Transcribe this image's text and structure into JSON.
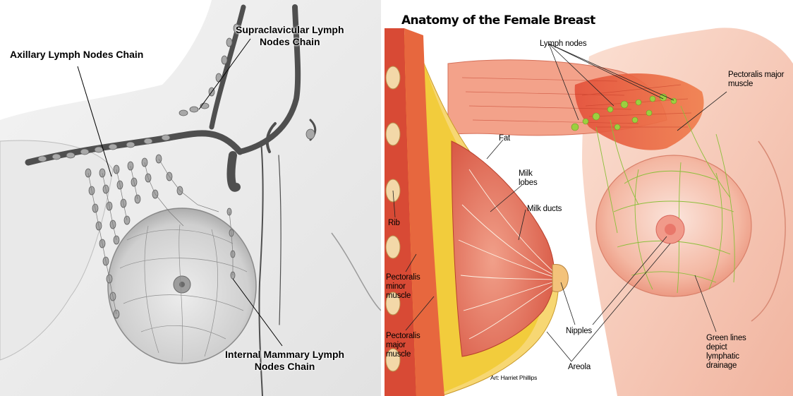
{
  "left": {
    "axillary": "Axillary Lymph Nodes Chain",
    "supraclavicular": "Supraclavicular Lymph\nNodes Chain",
    "internal_mammary": "Internal Mammary Lymph\nNodes Chain"
  },
  "right": {
    "title": "Anatomy of the Female Breast",
    "lymph_nodes": "Lymph nodes",
    "pectoralis_major_muscle": "Pectoralis major\nmuscle",
    "fat": "Fat",
    "milk_lobes": "Milk\nlobes",
    "milk_ducts": "Milk ducts",
    "rib": "Rib",
    "pectoralis_minor": "Pectoralis\nminor\nmuscle",
    "pectoralis_major_left": "Pectoralis\nmajor\nmuscle",
    "nipples": "Nipples",
    "areola": "Areola",
    "green_lines": "Green lines\ndepict\nlymphatic\ndrainage",
    "credit": "Art: Harriet Phillips"
  },
  "colors": {
    "vessel": "#5a5a5a",
    "node": "#9a9a9a",
    "muscle": "#e0513a",
    "fat": "#f2cc3c",
    "skin": "#f7c4b2",
    "lymph": "#8cbf3a"
  }
}
